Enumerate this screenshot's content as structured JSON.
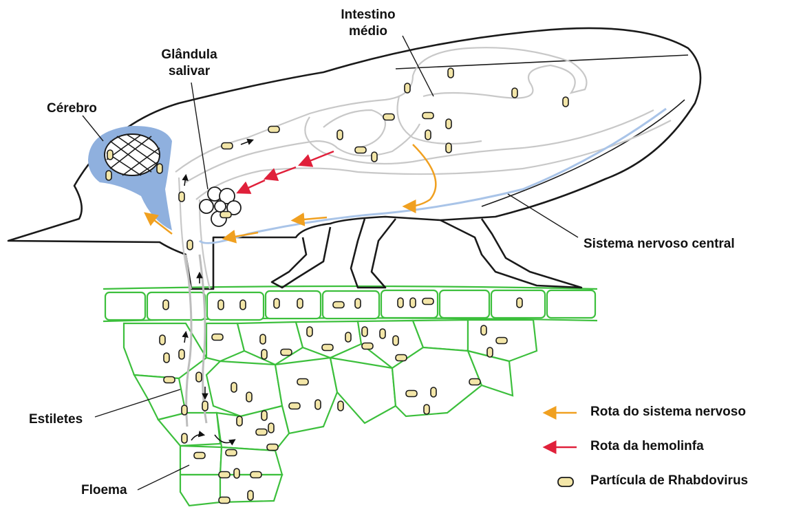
{
  "labels": {
    "cerebro": "Cérebro",
    "glandula_line1": "Glândula",
    "glandula_line2": "salivar",
    "intestino_line1": "Intestino",
    "intestino_line2": "médio",
    "sistema_nervoso": "Sistema nervoso central",
    "estiletes": "Estiletes",
    "floema": "Floema"
  },
  "legend": {
    "items": [
      {
        "label": "Rota do sistema nervoso",
        "symbol": "arrow",
        "color": "#f0a020"
      },
      {
        "label": "Rota da hemolinfa",
        "symbol": "arrow",
        "color": "#e0203a"
      },
      {
        "label": "Partícula de Rhabdovirus",
        "symbol": "particle",
        "color": "#f3e6a8"
      }
    ]
  },
  "colors": {
    "body_outline": "#1a1a1a",
    "gut": "#c8c8c8",
    "nerve": "#a9c4e8",
    "brain_fill": "#8fb0de",
    "plant_cells": "#3cbf3c",
    "nervous_route": "#f0a020",
    "hemolymph_route": "#e0203a",
    "particle_fill": "#f3e6a8"
  }
}
